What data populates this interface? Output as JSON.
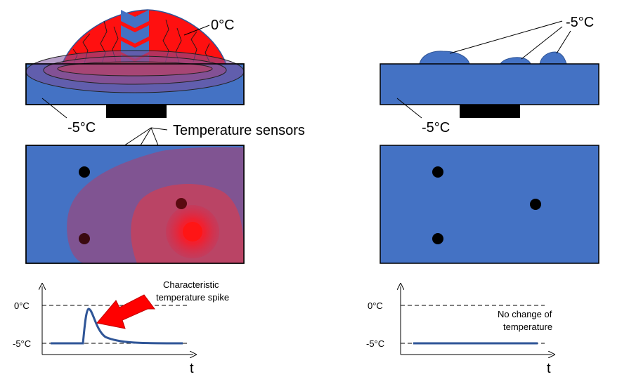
{
  "labels": {
    "zero_c_top": "0°C",
    "minus5_top_right": "-5°C",
    "minus5_left_plate": "-5°C",
    "minus5_right_plate": "-5°C",
    "temperature_sensors": "Temperature sensors",
    "spike_note_line1": "Characteristic",
    "spike_note_line2": "temperature spike",
    "no_change_line1": "No change of",
    "no_change_line2": "temperature"
  },
  "left_graph": {
    "y_tick_0": "0°C",
    "y_tick_minus5": "-5°C",
    "x_axis": "t"
  },
  "right_graph": {
    "y_tick_0": "0°C",
    "y_tick_minus5": "-5°C",
    "x_axis": "t"
  },
  "colors": {
    "plate_blue": "#4472C4",
    "drop_red": "#FF1010",
    "sensor_black": "#000000",
    "curve_blue": "#2F5597",
    "arrow_red": "#FF0000"
  }
}
